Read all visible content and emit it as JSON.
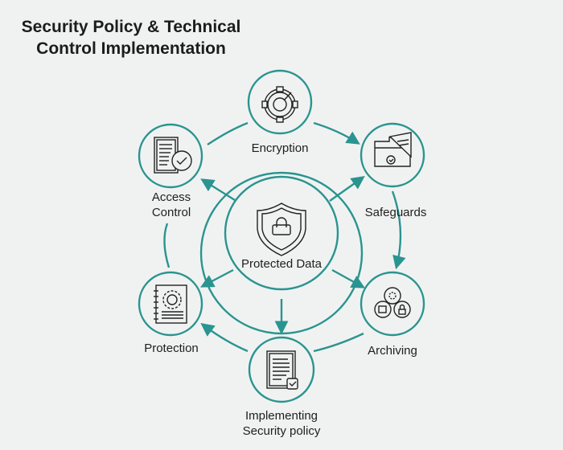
{
  "title": {
    "line1": "Security Policy & Technical",
    "line2": "Control Implementation"
  },
  "colors": {
    "background": "#f0f2f1",
    "accent": "#2a9490",
    "icon_stroke": "#222222",
    "text": "#1e1e1e"
  },
  "center": {
    "label": "Protected Data",
    "icon": "shield-lock-icon"
  },
  "nodes": [
    {
      "id": "encryption",
      "label": "Encryption",
      "icon": "encryption-gear-icon"
    },
    {
      "id": "safeguards",
      "label": "Safeguards",
      "icon": "folder-shield-icon"
    },
    {
      "id": "archiving",
      "label": "Archiving",
      "icon": "archive-lock-icon"
    },
    {
      "id": "implementing",
      "label_line1": "Implementing",
      "label_line2": "Security policy",
      "icon": "policy-document-icon"
    },
    {
      "id": "protection",
      "label": "Protection",
      "icon": "notebook-gear-icon"
    },
    {
      "id": "access-control",
      "label_line1": "Access",
      "label_line2": "Control",
      "icon": "checklist-document-icon"
    }
  ]
}
